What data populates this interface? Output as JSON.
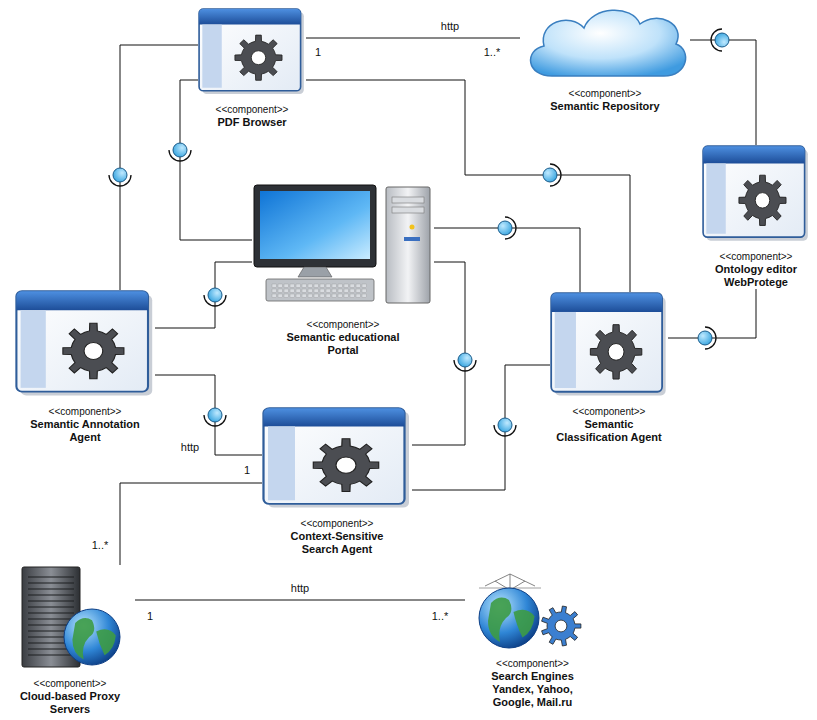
{
  "diagram": {
    "nodes": [
      {
        "text": [
          "<<component>>",
          "PDF Browser"
        ]
      },
      {
        "text": [
          "<<component>>",
          "Semantic Repository"
        ]
      },
      {
        "text": [
          "<<component>>",
          "Ontology editor WebProtege"
        ]
      },
      {
        "text": [
          "<<component>>",
          "Semantic educational Portal"
        ]
      },
      {
        "text": [
          "<<component>>",
          "Semantic Annotation Agent"
        ]
      },
      {
        "text": [
          "<<component>>",
          "Semantic Classification Agent"
        ]
      },
      {
        "text": [
          "<<component>>",
          "Context-Sensitive Search Agent"
        ]
      },
      {
        "text": [
          "<<component>>",
          "Cloud-based Proxy Servers"
        ]
      },
      {
        "text": [
          "<<component>>",
          "Search Engines Yandex, Yahoo, Google, Mail.ru"
        ]
      }
    ],
    "edges": [
      {
        "from": 0,
        "to": 1,
        "label": "http",
        "arrow": "none"
      },
      {
        "from": 2,
        "to": 1,
        "arrow": "none"
      },
      {
        "from": 0,
        "to": 4,
        "arrow": "none"
      },
      {
        "from": 0,
        "to": 3,
        "arrow": "none"
      },
      {
        "from": 0,
        "to": 5,
        "arrow": "none"
      },
      {
        "from": 3,
        "to": 5,
        "arrow": "none"
      },
      {
        "from": 4,
        "to": 3,
        "arrow": "none"
      },
      {
        "from": 3,
        "to": 6,
        "arrow": "none"
      },
      {
        "from": 4,
        "to": 6,
        "label": "http",
        "arrow": "none"
      },
      {
        "from": 5,
        "to": 6,
        "arrow": "none"
      },
      {
        "from": 5,
        "to": 2,
        "arrow": "none"
      },
      {
        "from": 6,
        "to": 7,
        "arrow": "none"
      },
      {
        "from": 7,
        "to": 8,
        "label": "http",
        "arrow": "none"
      }
    ],
    "labels": [
      "1",
      "1..*",
      "1",
      "1..*",
      "1",
      "1..*"
    ]
  }
}
